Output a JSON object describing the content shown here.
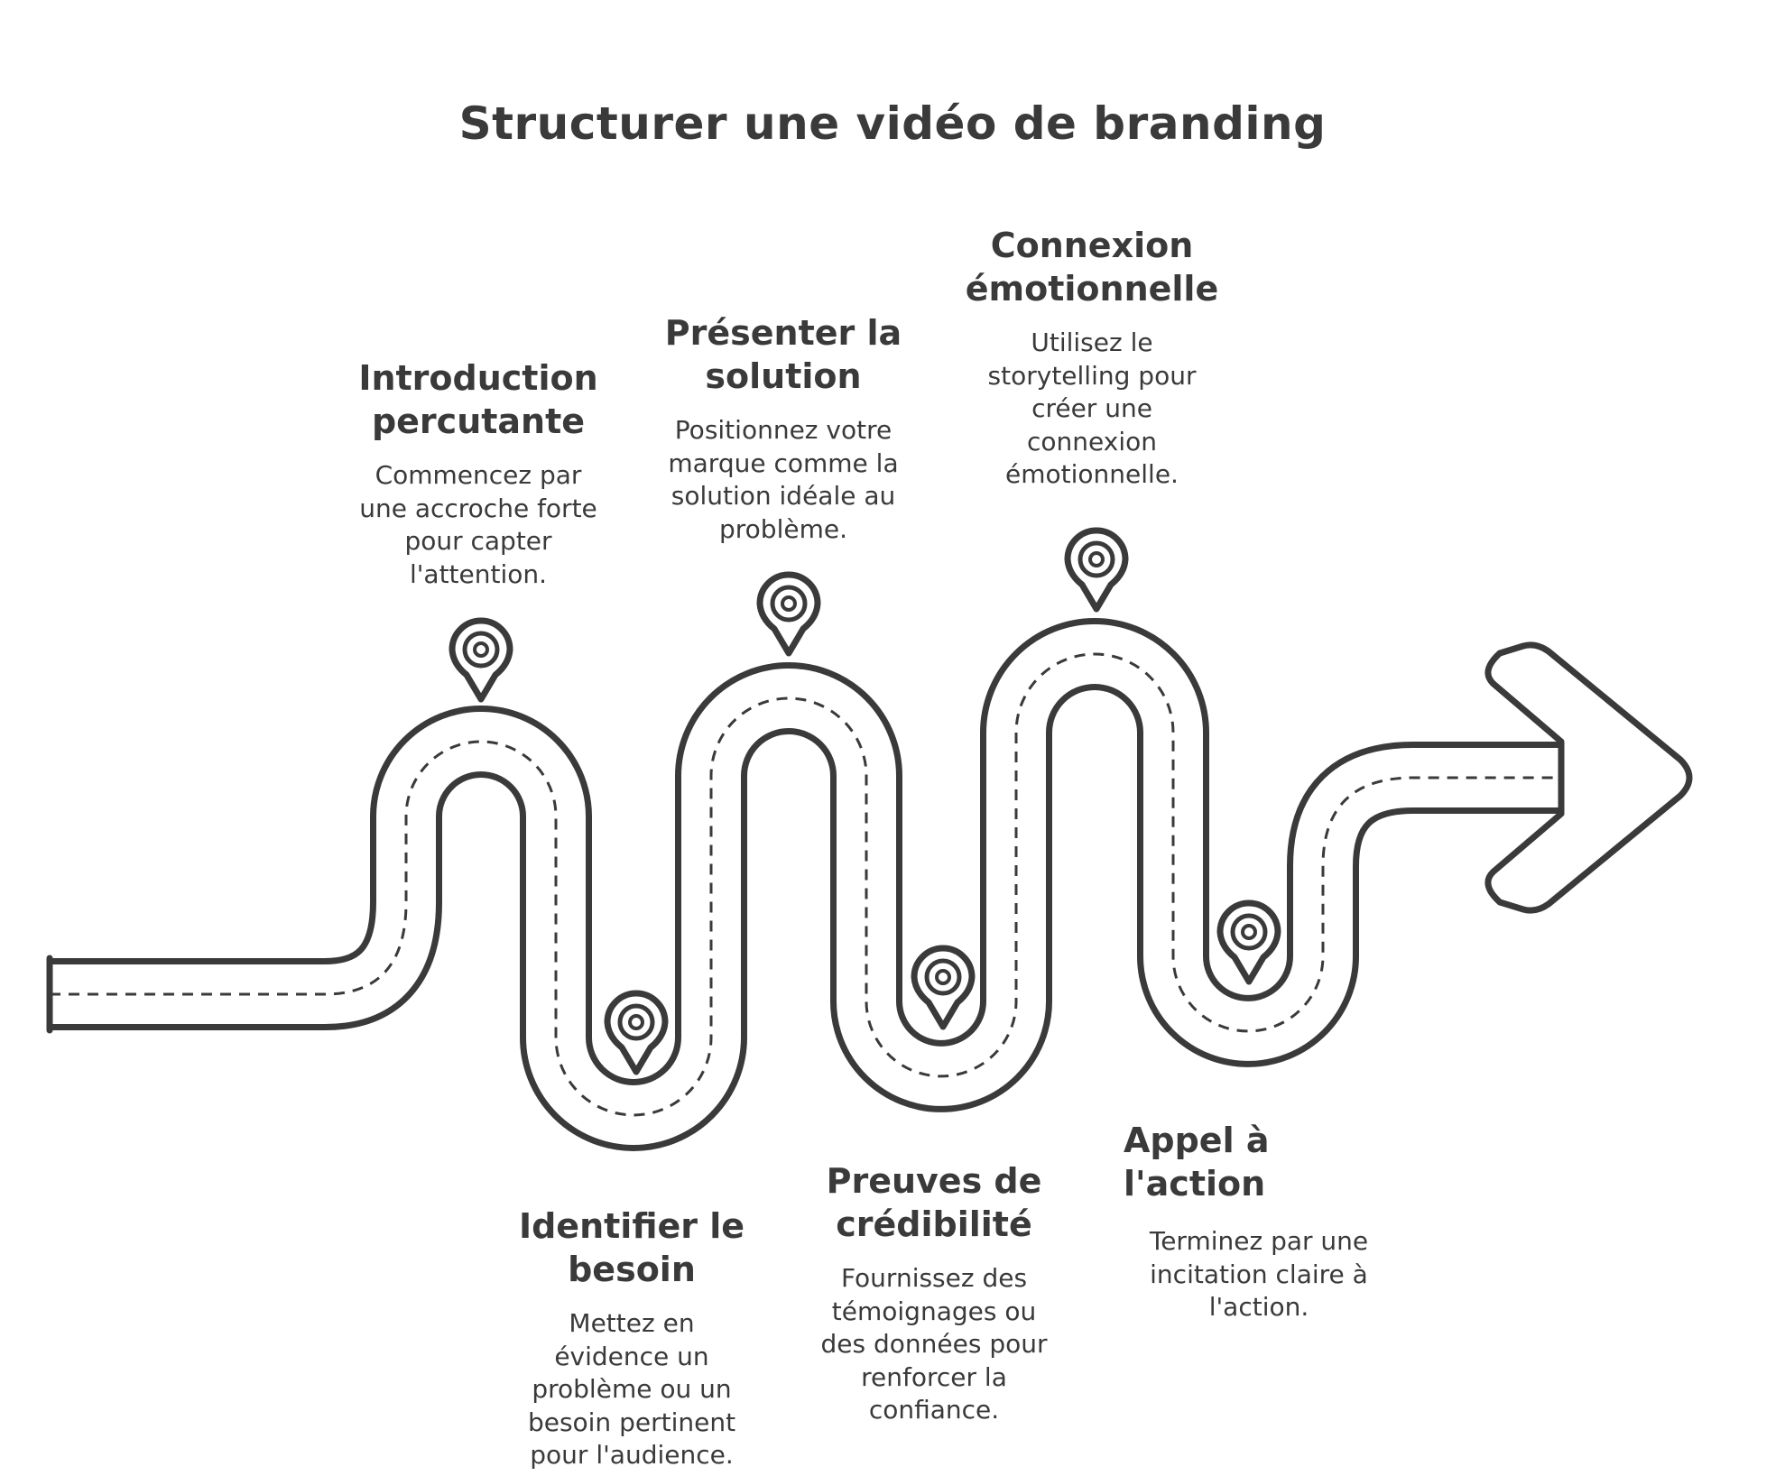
{
  "title": "Structurer une vidéo de branding",
  "steps": [
    {
      "title_lines": [
        "Introduction",
        "percutante"
      ],
      "desc_lines": [
        "Commencez par",
        "une accroche forte",
        "pour capter",
        "l'attention."
      ]
    },
    {
      "title_lines": [
        "Identifier le",
        "besoin"
      ],
      "desc_lines": [
        "Mettez en",
        "évidence un",
        "problème ou un",
        "besoin pertinent",
        "pour l'audience."
      ]
    },
    {
      "title_lines": [
        "Présenter la",
        "solution"
      ],
      "desc_lines": [
        "Positionnez votre",
        "marque comme la",
        "solution idéale au",
        "problème."
      ]
    },
    {
      "title_lines": [
        "Preuves de",
        "crédibilité"
      ],
      "desc_lines": [
        "Fournissez des",
        "témoignages ou",
        "des données pour",
        "renforcer la",
        "confiance."
      ]
    },
    {
      "title_lines": [
        "Connexion",
        "émotionnelle"
      ],
      "desc_lines": [
        "Utilisez le",
        "storytelling pour",
        "créer une",
        "connexion",
        "émotionnelle."
      ]
    },
    {
      "title_lines": [
        "Appel à",
        "l'action"
      ],
      "desc_lines": [
        "Terminez par une",
        "incitation claire à",
        "l'action."
      ]
    }
  ],
  "colors": {
    "stroke": "#3a3a3a",
    "road_fill": "#ffffff",
    "background": "#ffffff"
  },
  "icons": {
    "milestone": "location-pin-icon",
    "end": "arrow-head-icon"
  }
}
